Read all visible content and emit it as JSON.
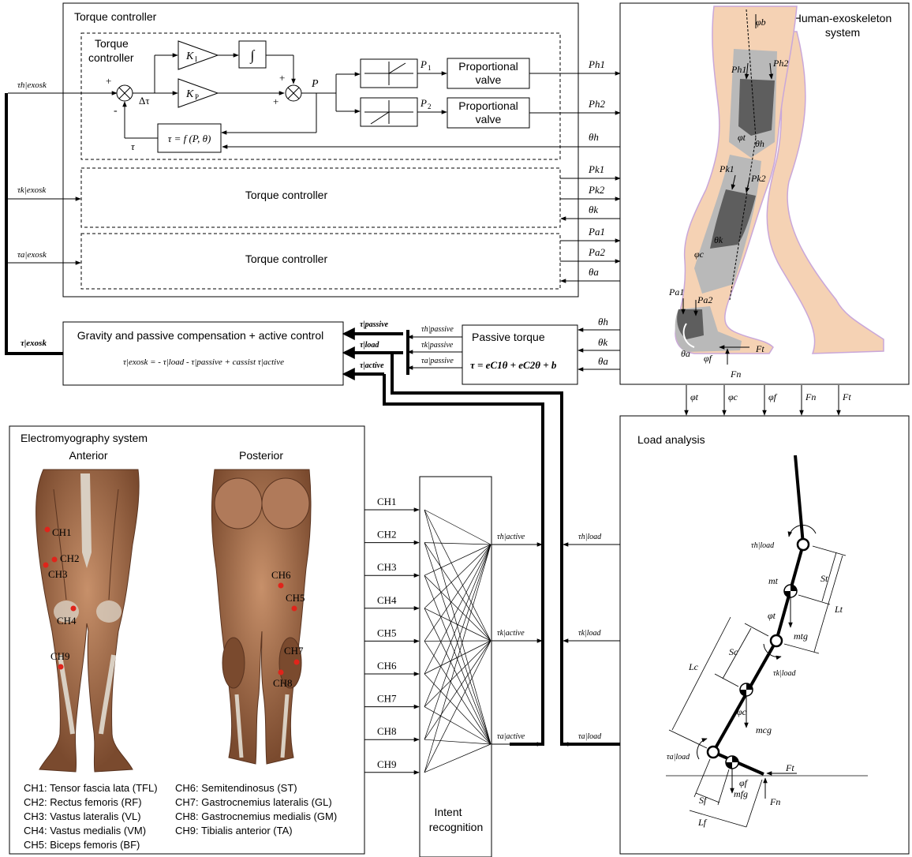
{
  "colors": {
    "line": "#000000",
    "skin": "#f5d2b4",
    "skin_outline": "#c9a7d9",
    "exo_light": "#b9b9b9",
    "exo_dark": "#5e5e5e",
    "muscle": "#8a5a3c",
    "muscle_light": "#c09070",
    "tendon": "#d9cfc2",
    "electrode": "#e0241b"
  },
  "torque_controller": {
    "outer_title": "Torque controller",
    "inner_title_line1": "Torque",
    "inner_title_line2": "controller",
    "ki": "K",
    "ki_sub": "I",
    "kp": "K",
    "kp_sub": "P",
    "integral": "∫",
    "plus": "+",
    "minus": "-",
    "delta_tau": "Δτ",
    "p": "P",
    "p1": "P",
    "p1_sub": "1",
    "p2": "P",
    "p2_sub": "2",
    "valve1_line1": "Proportional",
    "valve1_line2": "valve",
    "valve2_line1": "Proportional",
    "valve2_line2": "valve",
    "tau": "τ",
    "function_text": "τ = f (P, θ)",
    "knee_box": "Torque controller",
    "ankle_box": "Torque controller"
  },
  "signals": {
    "tau_h_exosk": "τh|exosk",
    "tau_k_exosk": "τk|exosk",
    "tau_a_exosk": "τa|exosk",
    "tau_exosk": "τ|exosk",
    "ph1": "Ph1",
    "ph2": "Ph2",
    "theta_h": "θh",
    "pk1": "Pk1",
    "pk2": "Pk2",
    "theta_k": "θk",
    "pa1": "Pa1",
    "pa2": "Pa2",
    "theta_a": "θa"
  },
  "compensation": {
    "title": "Gravity and passive compensation + active control",
    "equation": "τ|exosk = - τ|load - τ|passive + cassist τ|active",
    "in_passive": "τ|passive",
    "in_load": "τ|load",
    "in_active": "τ|active"
  },
  "passive_torque": {
    "title": "Passive torque",
    "equation": "τ = eC1θ + eC2θ + b",
    "out_h": "τh|passive",
    "out_k": "τk|passive",
    "out_a": "τa|passive",
    "in_h": "θh",
    "in_k": "θk",
    "in_a": "θa"
  },
  "human_system": {
    "title_line1": "Human-exoskeleton",
    "title_line2": "system",
    "phi_b": "φb",
    "ph1": "Ph1",
    "ph2": "Ph2",
    "phi_t": "φt",
    "theta_h": "θh",
    "pk1": "Pk1",
    "pk2": "Pk2",
    "theta_k": "θk",
    "phi_c": "φc",
    "pa1": "Pa1",
    "pa2": "Pa2",
    "theta_a": "θa",
    "phi_f": "φf",
    "ft": "Ft",
    "fn": "Fn"
  },
  "between_signals": [
    "φt",
    "φc",
    "φf",
    "Fn",
    "Ft"
  ],
  "load_analysis": {
    "title": "Load analysis",
    "tau_h_load": "τh|load",
    "tau_k_load": "τk|load",
    "tau_a_load": "τa|load",
    "st": "St",
    "lt": "Lt",
    "mt": "mt",
    "phi_t": "φt",
    "mtg": "mtg",
    "sc": "Sc",
    "lc": "Lc",
    "phi_c": "φc",
    "mcg": "mcg",
    "phi_f": "φf",
    "mfg": "mfg",
    "ft": "Ft",
    "fn": "Fn",
    "sf": "Sf",
    "lf": "Lf"
  },
  "emg": {
    "title": "Electromyography system",
    "anterior": "Anterior",
    "posterior": "Posterior",
    "electrode_labels": [
      "CH1",
      "CH2",
      "CH3",
      "CH4",
      "CH9",
      "CH6",
      "CH5",
      "CH7",
      "CH8"
    ],
    "legend_left": [
      "CH1: Tensor fascia lata (TFL)",
      "CH2: Rectus femoris (RF)",
      "CH3: Vastus lateralis (VL)",
      "CH4: Vastus medialis (VM)",
      "CH5: Biceps femoris (BF)"
    ],
    "legend_right": [
      "CH6: Semitendinosus (ST)",
      "CH7: Gastrocnemius lateralis (GL)",
      "CH8: Gastrocnemius medialis (GM)",
      "CH9: Tibialis anterior (TA)"
    ]
  },
  "intent": {
    "channels": [
      "CH1",
      "CH2",
      "CH3",
      "CH4",
      "CH5",
      "CH6",
      "CH7",
      "CH8",
      "CH9"
    ],
    "out_h": "τh|active",
    "out_k": "τk|active",
    "out_a": "τa|active",
    "label_line1": "Intent",
    "label_line2": "recognition",
    "in_h_load": "τh|load",
    "in_k_load": "τk|load",
    "in_a_load": "τa|load"
  }
}
